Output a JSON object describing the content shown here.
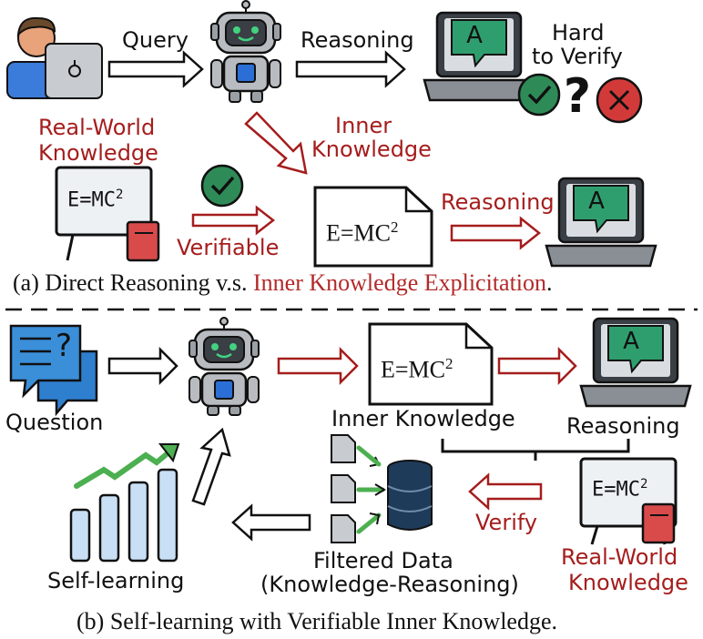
{
  "part_a": {
    "query_label": "Query",
    "reasoning_label_top": "Reasoning",
    "hard_to_verify_line1": "Hard",
    "hard_to_verify_line2": "to Verify",
    "real_world_knowledge_line1": "Real-World",
    "real_world_knowledge_line2": "Knowledge",
    "inner_knowledge_line1": "Inner",
    "inner_knowledge_line2": "Knowledge",
    "verifiable_label": "Verifiable",
    "reasoning_label_bottom": "Reasoning",
    "board_formula": "E=MC",
    "board_power": "2",
    "document_formula": "E=MC",
    "document_power": "2",
    "laptop_letter": "A",
    "caption_prefix": "(a) Direct Reasoning v.s. ",
    "caption_highlight": "Inner Knowledge Explicitation",
    "caption_suffix": "."
  },
  "part_b": {
    "question_label": "Question",
    "inner_knowledge_label": "Inner Knowledge",
    "reasoning_label": "Reasoning",
    "verify_label": "Verify",
    "filtered_data_line1": "Filtered Data",
    "filtered_data_line2": "(Knowledge-Reasoning)",
    "self_learning_label": "Self-learning",
    "real_world_knowledge_line1": "Real-World",
    "real_world_knowledge_line2": "Knowledge",
    "document_formula": "E=MC",
    "document_power": "2",
    "board_formula": "E=MC",
    "board_power": "2",
    "laptop_letter": "A",
    "question_mark": "?",
    "caption": "(b) Self-learning with Verifiable Inner Knowledge."
  },
  "colors": {
    "accent_red": "#a51d1d",
    "robot_gray": "#b8bcc0",
    "screen_green": "#2f9e6e",
    "laptop_gray": "#8a8f96",
    "check_green": "#2e8b57",
    "cross_red": "#d23a3a",
    "chat_blue": "#3b8fd9",
    "book_red": "#d94b4b",
    "db_navy": "#1f3b5a",
    "growth_green": "#4caf50"
  }
}
